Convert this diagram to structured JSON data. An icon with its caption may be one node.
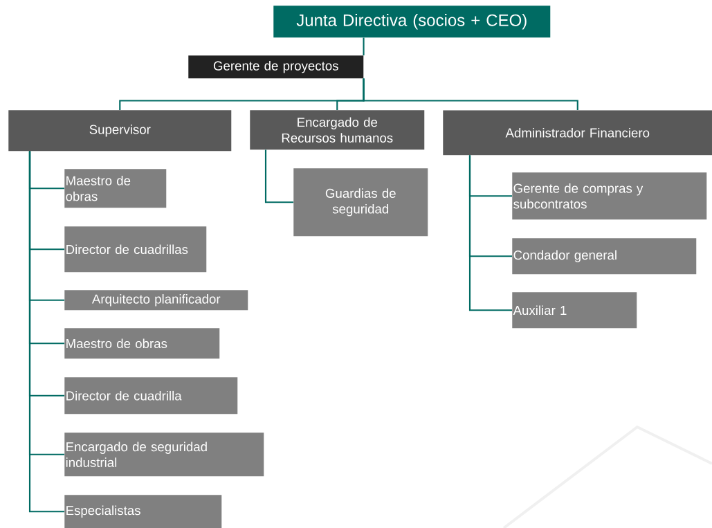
{
  "diagram": {
    "nodes": [
      {
        "text": [
          "Junta Directiva (socios + CEO)"
        ]
      },
      {
        "text": [
          "Gerente de proyectos"
        ]
      },
      {
        "text": [
          "Supervisor"
        ]
      },
      {
        "text": [
          "Encargado de Recursos humanos"
        ]
      },
      {
        "text": [
          "Administrador Financiero"
        ]
      },
      {
        "text": [
          "Maestro de obras"
        ]
      },
      {
        "text": [
          "Director de cuadrillas"
        ]
      },
      {
        "text": [
          "Arquitecto planificador"
        ]
      },
      {
        "text": [
          "Maestro de obras"
        ]
      },
      {
        "text": [
          "Director de cuadrilla"
        ]
      },
      {
        "text": [
          "Encargado de seguridad industrial"
        ]
      },
      {
        "text": [
          "Especialistas"
        ]
      },
      {
        "text": [
          "Guardias de seguridad"
        ]
      },
      {
        "text": [
          "Gerente de compras y subcontratos"
        ]
      },
      {
        "text": [
          "Condador general"
        ]
      },
      {
        "text": [
          "Auxiliar 1"
        ]
      }
    ],
    "edges": [
      {
        "from": 0,
        "to": 1,
        "arrow": "none"
      },
      {
        "from": 1,
        "to": 2,
        "arrow": "none"
      },
      {
        "from": 1,
        "to": 3,
        "arrow": "none"
      },
      {
        "from": 1,
        "to": 4,
        "arrow": "none"
      },
      {
        "from": 2,
        "to": 5,
        "arrow": "none"
      },
      {
        "from": 2,
        "to": 6,
        "arrow": "none"
      },
      {
        "from": 2,
        "to": 7,
        "arrow": "none"
      },
      {
        "from": 2,
        "to": 8,
        "arrow": "none"
      },
      {
        "from": 2,
        "to": 9,
        "arrow": "none"
      },
      {
        "from": 2,
        "to": 10,
        "arrow": "none"
      },
      {
        "from": 2,
        "to": 11,
        "arrow": "none"
      },
      {
        "from": 3,
        "to": 12,
        "arrow": "none"
      },
      {
        "from": 4,
        "to": 13,
        "arrow": "none"
      },
      {
        "from": 4,
        "to": 14,
        "arrow": "none"
      },
      {
        "from": 4,
        "to": 15,
        "arrow": "none"
      }
    ]
  }
}
